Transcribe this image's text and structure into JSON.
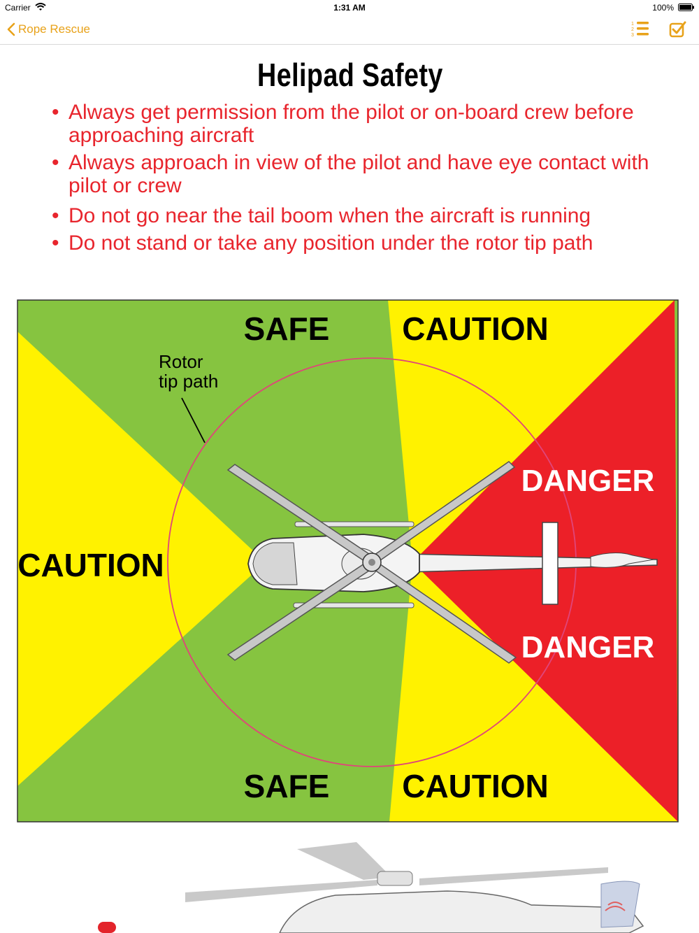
{
  "status_bar": {
    "carrier": "Carrier",
    "time": "1:31 AM",
    "battery": "100%"
  },
  "nav": {
    "back_label": "Rope Rescue",
    "icons": [
      "numbered-list-icon",
      "checklist-icon"
    ],
    "accent": "#e8a21a"
  },
  "page": {
    "title": "Helipad Safety",
    "bullets": [
      "Always get permission from the pilot or on-board crew before approaching aircraft",
      "Always approach in view of the pilot and have eye contact with pilot or crew",
      "Do not go near the tail boom when the aircraft is running",
      "Do not stand or take any position under the rotor tip path"
    ]
  },
  "diagram": {
    "labels": {
      "safe_top": "SAFE",
      "caution_top": "CAUTION",
      "caution_left": "CAUTION",
      "danger_top": "DANGER",
      "danger_bottom": "DANGER",
      "safe_bottom": "SAFE",
      "caution_bottom": "CAUTION",
      "rotor_line1": "Rotor",
      "rotor_line2": "tip path"
    },
    "colors": {
      "safe": "#86c440",
      "caution": "#fff200",
      "danger": "#ec2028",
      "rotor_path": "#e0457a"
    }
  }
}
